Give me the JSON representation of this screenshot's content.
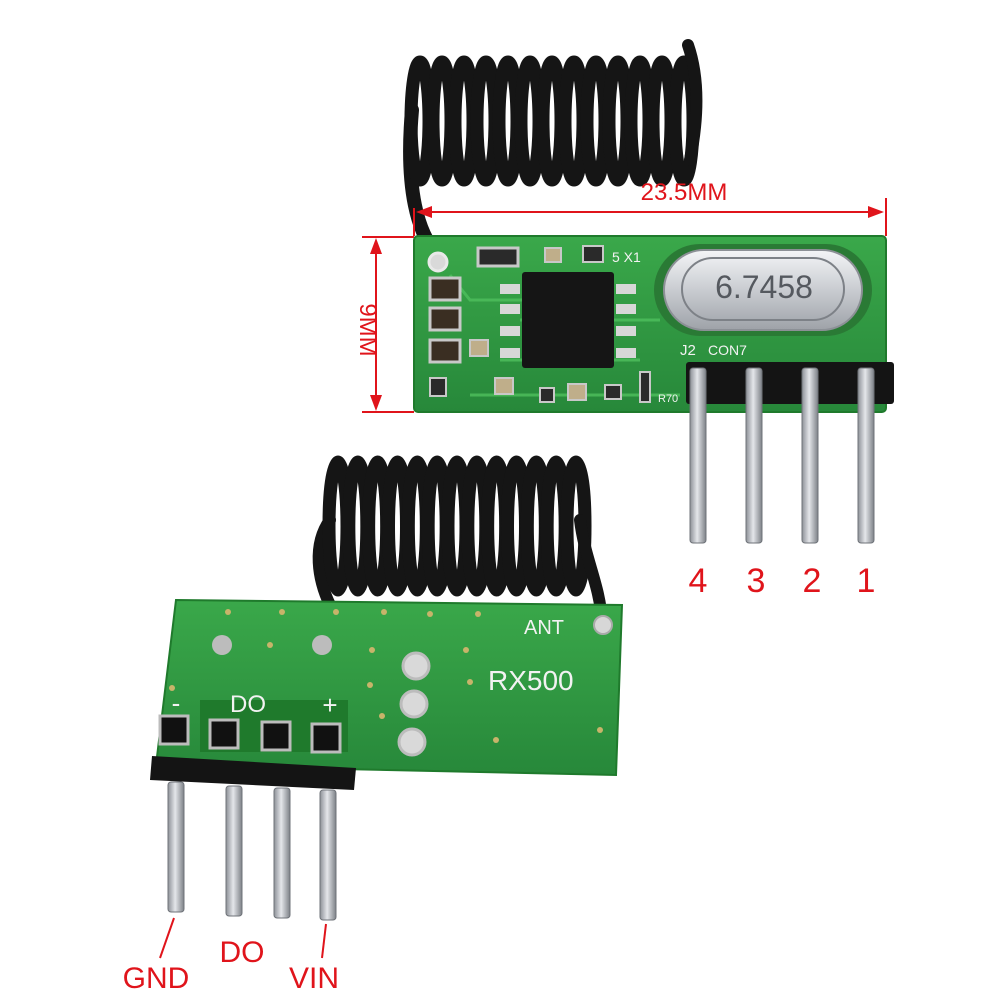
{
  "dimensions": {
    "length_label": "23.5MM",
    "height_label": "9MM"
  },
  "top_module": {
    "crystal_label": "6.7458",
    "silk_j2": "J2",
    "silk_con7": "CON7",
    "silk_x": "5 X1",
    "silk_r": "R70",
    "pin_numbers": [
      "4",
      "3",
      "2",
      "1"
    ]
  },
  "bottom_module": {
    "model": "RX500",
    "ant_label": "ANT",
    "silk_pins": [
      "-",
      "DO",
      "+"
    ],
    "pin_labels": [
      "GND",
      "DO",
      "VIN"
    ]
  },
  "colors": {
    "pcb": "#2f9a3e",
    "pcb_dark": "#1f7a2c",
    "dimension_red": "#e0141b",
    "coil": "#151515",
    "pin_metal": "#b8bcc2"
  }
}
